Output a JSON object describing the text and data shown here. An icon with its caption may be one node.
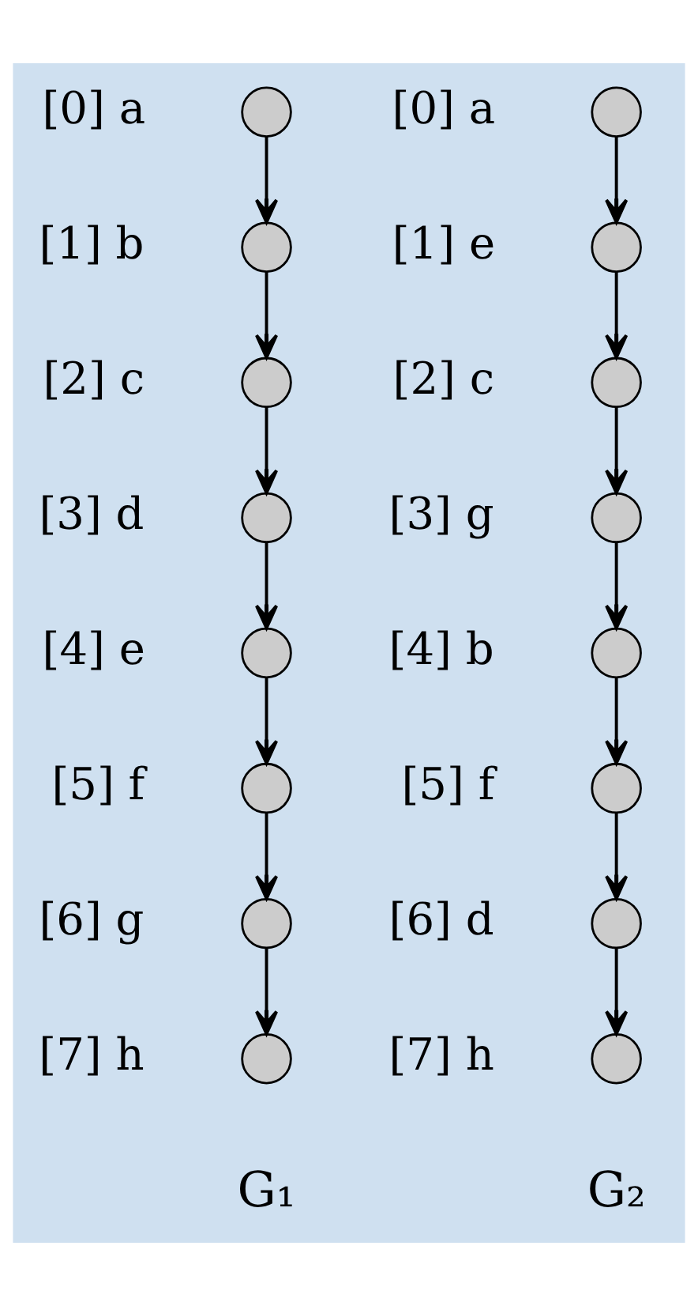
{
  "diagram": {
    "nodes": [
      {
        "text": [],
        "shape": "circle",
        "beside": [
          "[0] a"
        ]
      },
      {
        "text": [],
        "shape": "circle",
        "beside": [
          "[1] b"
        ]
      },
      {
        "text": [],
        "shape": "circle",
        "beside": [
          "[2] c"
        ]
      },
      {
        "text": [],
        "shape": "circle",
        "beside": [
          "[3] d"
        ]
      },
      {
        "text": [],
        "shape": "circle",
        "beside": [
          "[4] e"
        ]
      },
      {
        "text": [],
        "shape": "circle",
        "beside": [
          "[5] f"
        ]
      },
      {
        "text": [],
        "shape": "circle",
        "beside": [
          "[6] g"
        ]
      },
      {
        "text": [],
        "shape": "circle",
        "beside": [
          "[7] h"
        ]
      },
      {
        "text": [],
        "shape": "circle",
        "beside": [
          "[0] a"
        ]
      },
      {
        "text": [],
        "shape": "circle",
        "beside": [
          "[1] e"
        ]
      },
      {
        "text": [],
        "shape": "circle",
        "beside": [
          "[2] c"
        ]
      },
      {
        "text": [],
        "shape": "circle",
        "beside": [
          "[3] g"
        ]
      },
      {
        "text": [],
        "shape": "circle",
        "beside": [
          "[4] b"
        ]
      },
      {
        "text": [],
        "shape": "circle",
        "beside": [
          "[5] f"
        ]
      },
      {
        "text": [],
        "shape": "circle",
        "beside": [
          "[6] d"
        ]
      },
      {
        "text": [],
        "shape": "circle",
        "beside": [
          "[7] h"
        ]
      }
    ],
    "edges": [
      {
        "from": 0,
        "to": 1,
        "arrow": "to"
      },
      {
        "from": 1,
        "to": 2,
        "arrow": "to"
      },
      {
        "from": 2,
        "to": 3,
        "arrow": "to"
      },
      {
        "from": 3,
        "to": 4,
        "arrow": "to"
      },
      {
        "from": 4,
        "to": 5,
        "arrow": "to"
      },
      {
        "from": 5,
        "to": 6,
        "arrow": "to"
      },
      {
        "from": 6,
        "to": 7,
        "arrow": "to"
      },
      {
        "from": 8,
        "to": 9,
        "arrow": "to"
      },
      {
        "from": 9,
        "to": 10,
        "arrow": "to"
      },
      {
        "from": 10,
        "to": 11,
        "arrow": "to"
      },
      {
        "from": 11,
        "to": 12,
        "arrow": "to"
      },
      {
        "from": 12,
        "to": 13,
        "arrow": "to"
      },
      {
        "from": 13,
        "to": 14,
        "arrow": "to"
      },
      {
        "from": 14,
        "to": 15,
        "arrow": "to"
      }
    ],
    "labels": [
      "G₁",
      "G₂"
    ]
  }
}
